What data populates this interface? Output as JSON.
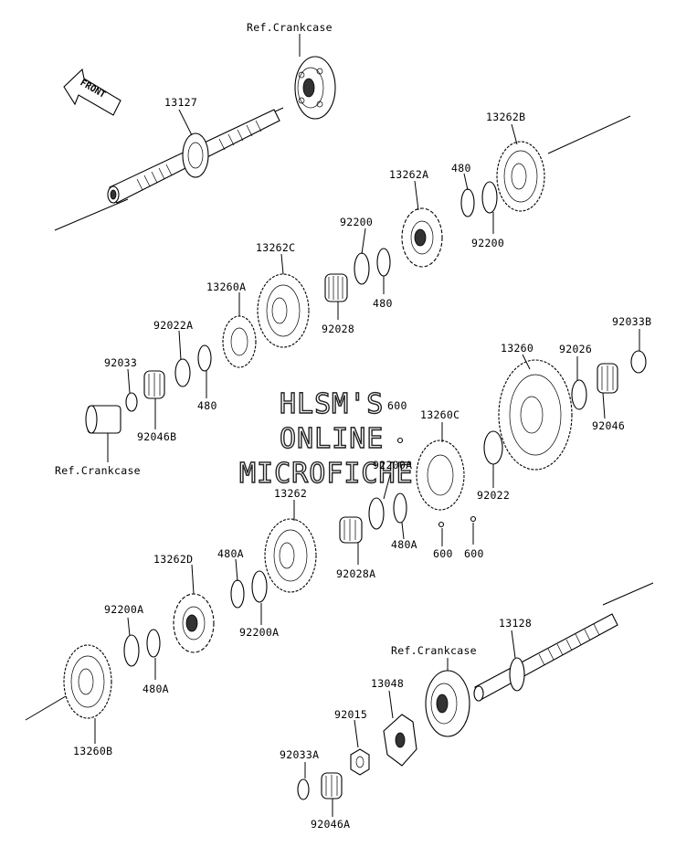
{
  "front_badge": "FRONT",
  "watermark": [
    "HLSM'S",
    "ONLINE",
    "MICROFICHE"
  ],
  "labels": {
    "ref_top": "Ref.Crankcase",
    "p13127": "13127",
    "p13262B": "13262B",
    "p480_top": "480",
    "p13262A": "13262A",
    "p92200_a": "92200",
    "p92200_b": "92200",
    "p13262C": "13262C",
    "p480_mid": "480",
    "p13260A": "13260A",
    "p92028": "92028",
    "p92022A": "92022A",
    "p92033": "92033",
    "p480_left": "480",
    "p92046B": "92046B",
    "ref_left": "Ref.Crankcase",
    "p92033B": "92033B",
    "p13260": "13260",
    "p92026": "92026",
    "p600_a": "600",
    "p13260C": "13260C",
    "p92046": "92046",
    "p92200A_a": "92200A",
    "p92022": "92022",
    "p13262": "13262",
    "p480A_a": "480A",
    "p600_b": "600",
    "p600_c": "600",
    "p92028A": "92028A",
    "p13262D": "13262D",
    "p480A_b": "480A",
    "p92200A_b": "92200A",
    "p92200A_c": "92200A",
    "p480A_c": "480A",
    "p13128": "13128",
    "ref_bottom": "Ref.Crankcase",
    "p13048": "13048",
    "p92015": "92015",
    "p92033A": "92033A",
    "p13260B": "13260B",
    "p92046A": "92046A"
  }
}
